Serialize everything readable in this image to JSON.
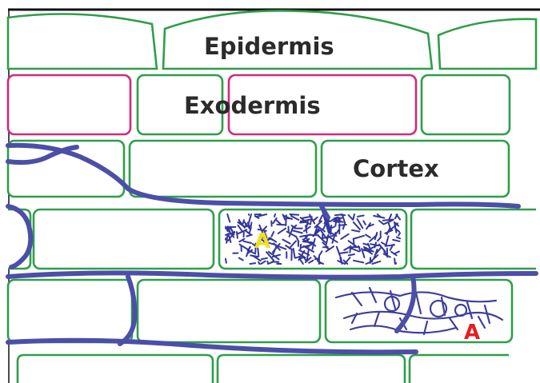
{
  "layers": {
    "epidermis": "Epidermis",
    "exodermis": "Exodermis",
    "cortex": "Cortex"
  },
  "structures": {
    "arbuscule_label": "A",
    "vesicle_label": "A"
  },
  "colors": {
    "cell_wall": "#2e9e4a",
    "exodermis_wall": "#d02a7b",
    "hyphae": "#4b4fa8",
    "arbuscule_label": "#f3e01a",
    "vesicle_label": "#e21f26"
  }
}
